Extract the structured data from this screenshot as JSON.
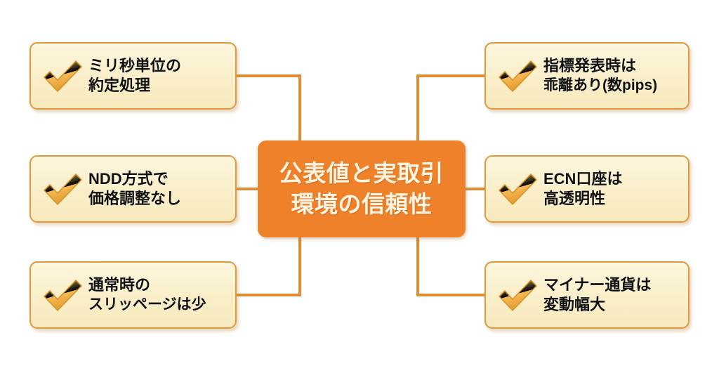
{
  "diagram": {
    "type": "mind-map",
    "title": "公表値と実取引環境の信頼性",
    "center": {
      "name": "center-node",
      "lines": [
        "公表値と実取引",
        "環境の信頼性"
      ],
      "fill_color": "#ee812a",
      "text_color": "#fdf5e2"
    },
    "colors": {
      "accent": "#ee812a",
      "box_fill": "#faf0d2",
      "box_border": "#dd9a3e",
      "connector": "#e08c33",
      "check_light": "#f8c66a",
      "check_dark": "#e09a2e",
      "text": "#111111"
    },
    "icon": "check-icon",
    "branches": [
      {
        "id": "ms-execution",
        "side": "left",
        "row": "top",
        "icon": "check-icon",
        "lines": [
          "ミリ秒単位の",
          "約定処理"
        ]
      },
      {
        "id": "ndd-no-price-adjustment",
        "side": "left",
        "row": "middle",
        "icon": "check-icon",
        "lines": [
          "NDD方式で",
          "価格調整なし"
        ]
      },
      {
        "id": "normal-slippage-low",
        "side": "left",
        "row": "bottom",
        "icon": "check-icon",
        "lines": [
          "通常時の",
          "スリッページは少"
        ]
      },
      {
        "id": "indicator-release-deviation",
        "side": "right",
        "row": "top",
        "icon": "check-icon",
        "lines": [
          "指標発表時は",
          "乖離あり(数pips)"
        ]
      },
      {
        "id": "ecn-transparency",
        "side": "right",
        "row": "middle",
        "icon": "check-icon",
        "lines": [
          "ECN口座は",
          "高透明性"
        ]
      },
      {
        "id": "minor-currency-volatility",
        "side": "right",
        "row": "bottom",
        "icon": "check-icon",
        "lines": [
          "マイナー通貨は",
          "変動幅大"
        ]
      }
    ]
  }
}
